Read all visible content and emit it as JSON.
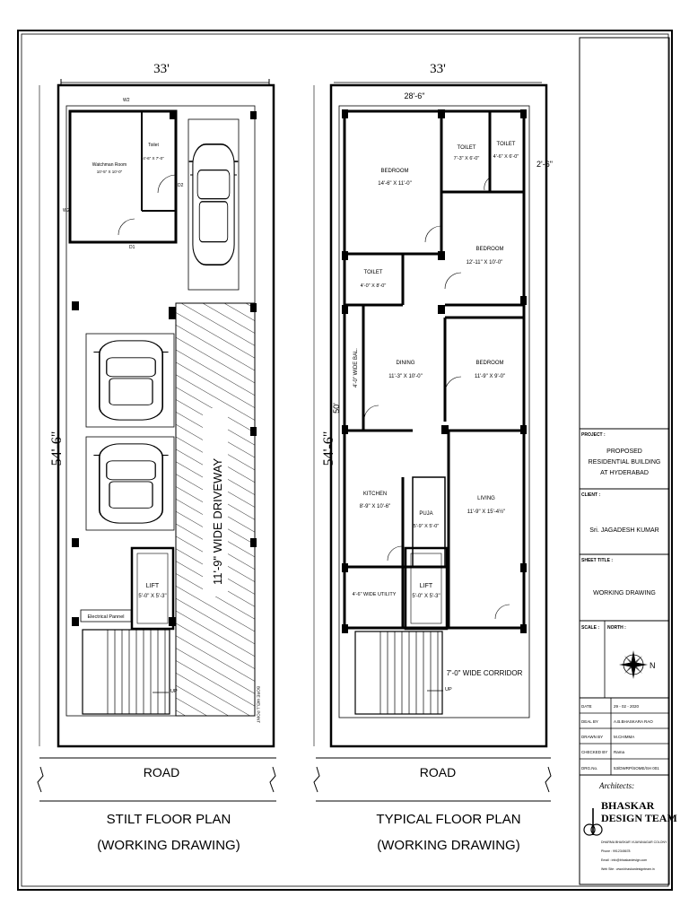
{
  "stilt": {
    "width_dim": "33'",
    "depth_dim": "54'-6\"",
    "room_watchman": "Watchman Room",
    "room_watchman_size": "10'-5\" X 10'-0\"",
    "toilet_label": "Toilet",
    "toilet_size": "4'-6\" X 7'-0\"",
    "driveway": "11'-9\" WIDE DRIVEWAY",
    "lift_label": "LIFT",
    "lift_size": "5'-0\" X 5'-3\"",
    "electrical": "Electrical Pannel",
    "bore_well": "BORE WELL POINT",
    "road": "ROAD",
    "up": "UP",
    "caption1": "STILT FLOOR PLAN",
    "caption2": "(WORKING DRAWING)"
  },
  "typical": {
    "width_dim": "33'",
    "inner_width": "28'-6\"",
    "depth_dim": "54'-6\"",
    "inner_depth": "50'",
    "side_dim": "2'-6\"",
    "bedroom1": "BEDROOM",
    "bedroom1_size": "14'-6\" X 11'-0\"",
    "toilet_a": "TOILET",
    "toilet_a_size": "7'-3\" X 6'-0\"",
    "toilet_b": "TOILET",
    "toilet_b_size": "4'-6\" X 6'-0\"",
    "bedroom2": "BEDROOM",
    "bedroom2_size": "12'-11\" X 10'-0\"",
    "toilet_c": "TOILET",
    "toilet_c_size": "4'-0\" X 8'-0\"",
    "balcony": "4'-0\" WIDE BAL.",
    "dining": "DINING",
    "dining_size": "11'-3\" X 10'-0\"",
    "bedroom3": "BEDROOM",
    "bedroom3_size": "11'-9\" X 9'-0\"",
    "kitchen": "KITCHEN",
    "kitchen_size": "8'-9\" X 10'-6\"",
    "puja": "PUJA",
    "puja_size": "5'-9\" X 5'-0\"",
    "living": "LIVING",
    "living_size": "11'-9\" X 15'-4½\"",
    "utility": "4'-6\" WIDE UTILITY",
    "lift_label": "LIFT",
    "lift_size": "5'-0\" X 5'-3\"",
    "corridor": "7'-0\" WIDE CORRIDOR",
    "road": "ROAD",
    "up": "UP",
    "caption1": "TYPICAL FLOOR PLAN",
    "caption2": "(WORKING DRAWING)"
  },
  "titleblock": {
    "project_label": "PROJECT :",
    "project_line1": "PROPOSED",
    "project_line2": "RESIDENTIAL BUILDING",
    "project_line3": "AT HYDERABAD",
    "client_label": "CLIENT :",
    "client_name": "Sri. JAGADESH KUMAR",
    "sheet_label": "SHEET TITLE :",
    "sheet_title": "WORKING DRAWING",
    "scale_label": "SCALE :",
    "north_label": "NORTH :",
    "north_letter": "N",
    "rows": [
      {
        "label": "DATE",
        "value": "29 - 02 - 2020"
      },
      {
        "label": "DEAL BY",
        "value": "A.B.BHASKARA RAO"
      },
      {
        "label": "DRAWN BY",
        "value": "M.CHIMMA"
      },
      {
        "label": "CHECKED BY",
        "value": "Rama"
      },
      {
        "label": "DRG.No.",
        "value": "53/DWRP/SOME/SH 001"
      }
    ],
    "architects_label": "Architects:",
    "firm_line1": "BHASKAR",
    "firm_line2": "DESIGN TEAM",
    "address": "DHARMA BHASKAR VIJAYANAGAR COLONY",
    "phone": "Phone : 9912345678",
    "email": "Email : info@bhaskardesign.com",
    "web": "Web Site : www.bhaskardesignteam.in"
  }
}
